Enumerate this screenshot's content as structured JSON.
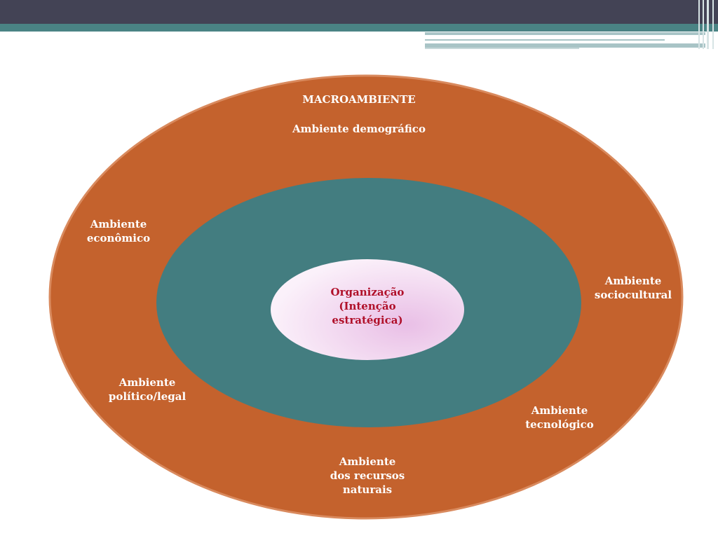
{
  "diagram": {
    "title": "MACROAMBIENTE",
    "outer_labels": {
      "demografico": "Ambiente demográfico",
      "economico": "Ambiente\neconômico",
      "sociocultural": "Ambiente\nsociocultural",
      "politico": "Ambiente\npolítico/legal",
      "tecnologico": "Ambiente\ntecnológico",
      "recursos": "Ambiente\ndos recursos\nnaturais"
    },
    "core_label": "Organização\n(Intenção\nestratégica)",
    "colors": {
      "outer_ring": "#c4622d",
      "middle_ring": "#437d80",
      "core": "#f0d6ee",
      "core_text": "#b0102a",
      "outer_text": "#ffffff"
    }
  }
}
